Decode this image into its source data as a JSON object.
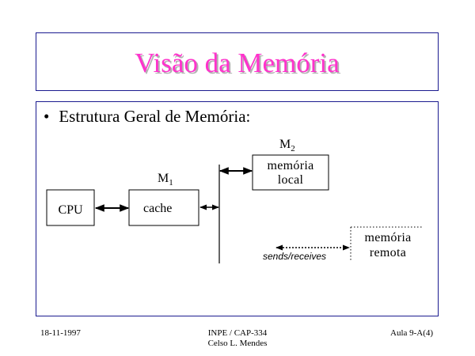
{
  "slide": {
    "title": "Visão da Memória",
    "title_color": "#ff33cc",
    "border_color": "#1b1b8f",
    "bullet_symbol": "•",
    "bullet_text": "Estrutura Geral de Memória:"
  },
  "diagram": {
    "cpu_label": "CPU",
    "cache_label": "cache",
    "m1_base": "M",
    "m1_sub": "1",
    "m2_base": "M",
    "m2_sub": "2",
    "local_line1": "memória",
    "local_line2": "local",
    "remote_line1": "memória",
    "remote_line2": "remota",
    "sends_label": "sends/receives"
  },
  "footer": {
    "date": "18-11-1997",
    "course": "INPE / CAP-334",
    "author": "Celso L. Mendes",
    "lecture": "Aula 9-A(4)"
  }
}
